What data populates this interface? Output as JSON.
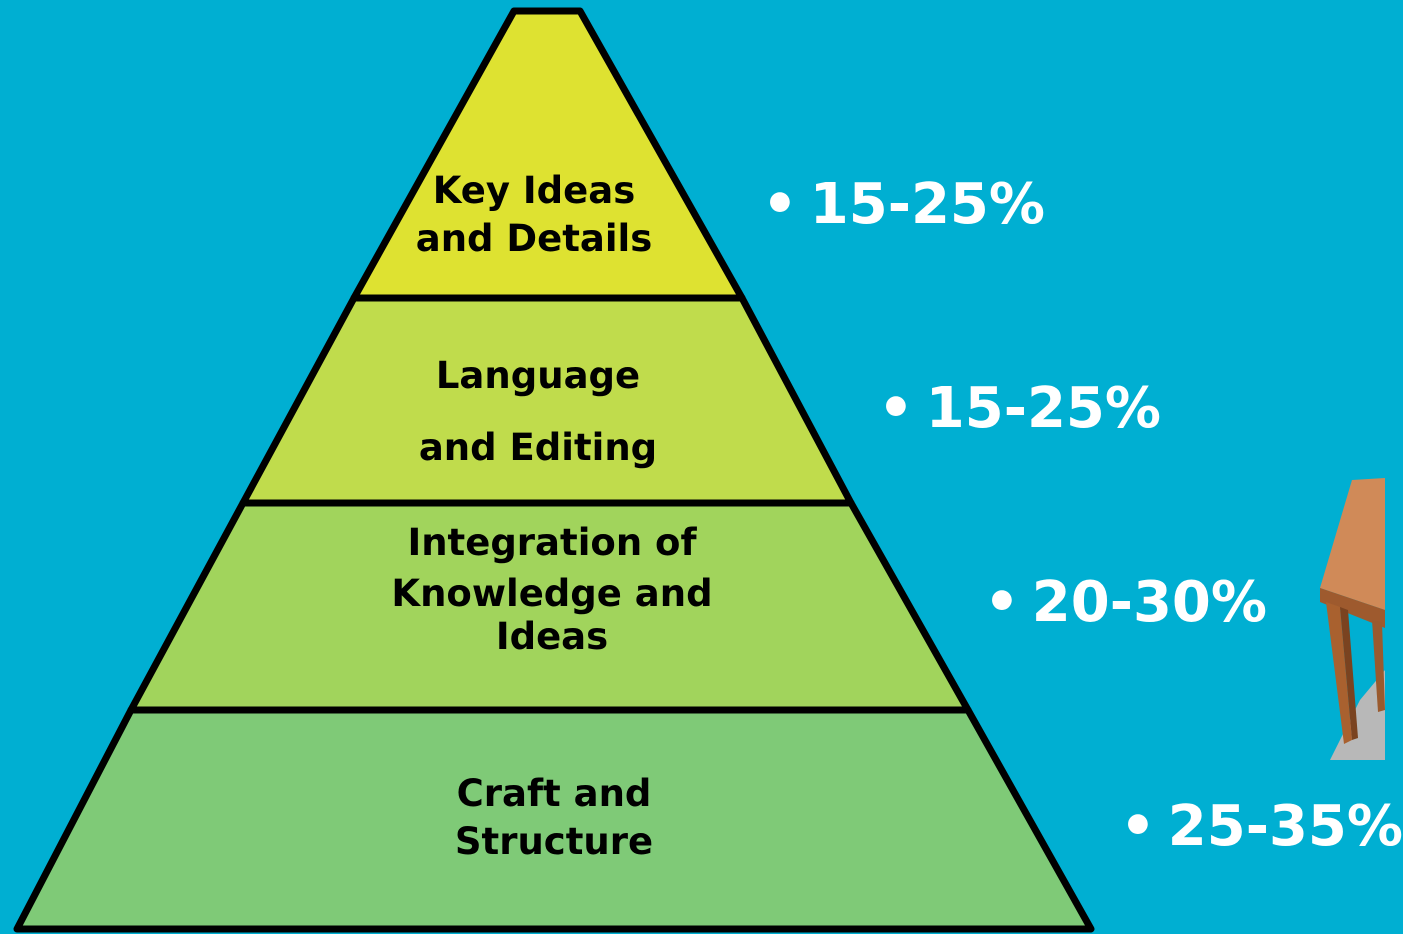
{
  "pyramid": {
    "tiers": [
      {
        "lines": [
          "Key Ideas",
          "and Details"
        ],
        "fill": "#dee231"
      },
      {
        "lines": [
          "Language",
          "and Editing"
        ],
        "fill": "#c0dc4c"
      },
      {
        "lines": [
          "Integration of",
          "Knowledge and",
          "Ideas"
        ],
        "fill": "#a1d45c"
      },
      {
        "lines": [
          "Craft and",
          "Structure"
        ],
        "fill": "#7fca77"
      }
    ]
  },
  "percentages": [
    {
      "bullet": "•",
      "value": "15-25%"
    },
    {
      "bullet": "•",
      "value": "15-25%"
    },
    {
      "bullet": "•",
      "value": "20-30%"
    },
    {
      "bullet": "•",
      "value": "25-35%"
    }
  ],
  "colors": {
    "background": "#00afd2",
    "outline": "#000000",
    "percent_text": "#ffffff"
  },
  "decor": {
    "icon": "wooden-table-clipart"
  }
}
